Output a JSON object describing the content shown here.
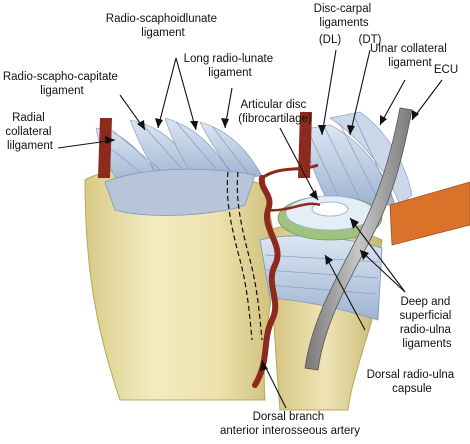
{
  "labels": {
    "radio_scaphoidlunate": [
      "Radio-scaphoidlunate",
      "ligament"
    ],
    "disc_carpal": [
      "Disc-carpal",
      "ligaments"
    ],
    "dl": "(DL)",
    "dt": "(DT)",
    "long_radio_lunate": [
      "Long radio-lunate",
      "ligament"
    ],
    "radio_scapho_capitate": [
      "Radio-scapho-capitate",
      "ligament"
    ],
    "ulnar_collateral": [
      "Ulnar collateral",
      "ligament"
    ],
    "ecu": "ECU",
    "radial_collateral": [
      "Radial",
      "collateral",
      "lilgament"
    ],
    "articular_disc": [
      "Articular disc",
      "(fibrocartilage)"
    ],
    "deep_superficial": [
      "Deep and",
      "superficial",
      "radio-ulna",
      "ligaments"
    ],
    "dorsal_capsule": [
      "Dorsal radio-ulna",
      "capsule"
    ],
    "dorsal_branch": [
      "Dorsal branch",
      "anterior interosseous artery"
    ]
  },
  "colors": {
    "bone": "#efe6b6",
    "bone_shadow": "#c9bb78",
    "ligament": "#c4d3e6",
    "ligament_dark": "#8fa6c6",
    "disc": "#e4eef8",
    "disc_ring": "#9fc27e",
    "artery": "#8c2a1e",
    "tendon": "#9a9a9a",
    "orange_band": "#d9732a"
  }
}
